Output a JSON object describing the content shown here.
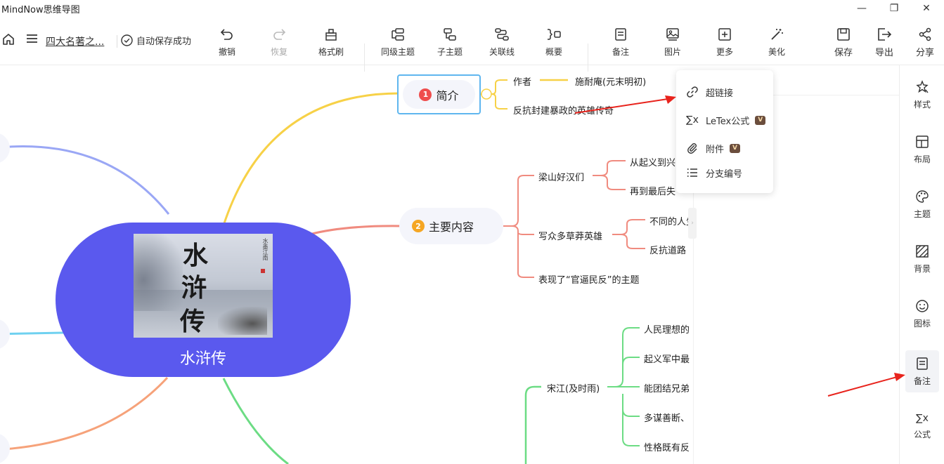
{
  "window": {
    "title": "MindNow思维导图",
    "minimize": "—",
    "maximize": "❐",
    "close": "✕"
  },
  "toolbar": {
    "doc_title": "四大名著之...",
    "save_status": "自动保存成功",
    "tools": {
      "undo": "撤销",
      "redo": "恢复",
      "format_brush": "格式刷",
      "sibling_topic": "同级主题",
      "sub_topic": "子主题",
      "relation_line": "关联线",
      "summary": "概要",
      "note": "备注",
      "image": "图片",
      "more": "更多",
      "beautify": "美化",
      "save": "保存",
      "export": "导出",
      "share": "分享"
    }
  },
  "mindmap": {
    "root": "水浒传",
    "root_image_chars": [
      "水",
      "浒",
      "传"
    ],
    "root_image_seal": "水墨江南",
    "topics": {
      "intro": {
        "num": "1",
        "label": "简介",
        "color": "#ef4d4d"
      },
      "main_content": {
        "num": "2",
        "label": "主要内容",
        "color": "#f5a623"
      }
    },
    "intro_children": {
      "author": "作者",
      "author_value": "施耐庵(元末明初)",
      "legend": "反抗封建暴政的英雄传奇"
    },
    "content_children": {
      "liangshan": "梁山好汉们",
      "liangshan_1": "从起义到兴",
      "liangshan_2": "再到最后失",
      "heroes": "写众多草莽英雄",
      "heroes_1": "不同的人生",
      "heroes_2": "反抗道路",
      "theme": "表现了“官逼民反”的主题"
    },
    "songjiang": {
      "label": "宋江(及时雨)",
      "items": [
        "人民理想的",
        "起义军中最",
        "能团结兄弟",
        "多谋善断、",
        "性格既有反"
      ]
    },
    "colors": {
      "root": "#5a59ee",
      "yellow": "#f7d147",
      "salmon": "#f08b7f",
      "green": "#6cdc84",
      "blue": "#9aa7f5",
      "cyan": "#6fd1f0",
      "orange": "#f6a27a",
      "selected": "#5fb6ef"
    }
  },
  "popup_menu": {
    "hyperlink": "超链接",
    "latex": "LeTex公式",
    "attachment": "附件",
    "branch_numbering": "分支编号",
    "vip_badge": "V"
  },
  "sidebar": {
    "style": "样式",
    "layout": "布局",
    "theme": "主题",
    "background": "背景",
    "icon": "图标",
    "note": "备注",
    "formula": "公式"
  },
  "collapse_glyph": "›"
}
